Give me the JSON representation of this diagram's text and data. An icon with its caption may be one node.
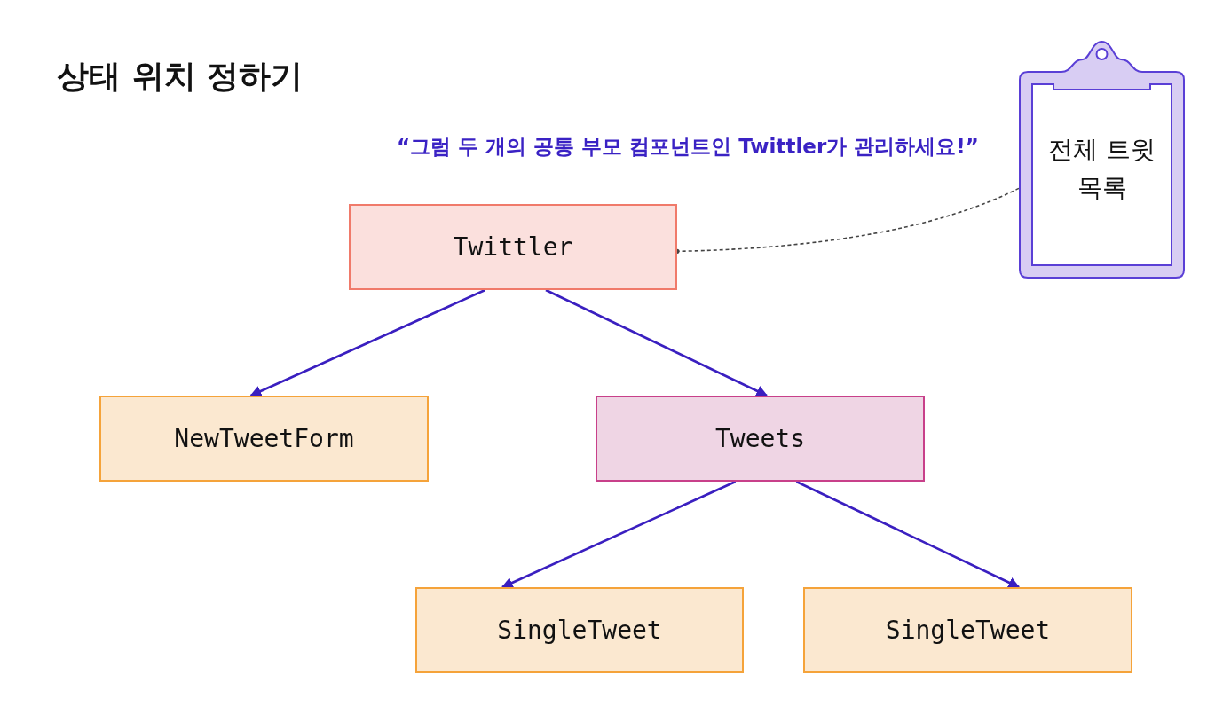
{
  "diagram": {
    "title": "상태 위치 정하기",
    "nodes": [
      {
        "text": [
          "Twittler"
        ]
      },
      {
        "text": [
          "NewTweetForm"
        ]
      },
      {
        "text": [
          "Tweets"
        ]
      },
      {
        "text": [
          "SingleTweet"
        ]
      },
      {
        "text": [
          "SingleTweet"
        ]
      },
      {
        "text": [
          "전체 트윗 목록"
        ]
      }
    ],
    "edges": [
      {
        "from": 0,
        "to": 1,
        "arrow": "to"
      },
      {
        "from": 0,
        "to": 2,
        "arrow": "to"
      },
      {
        "from": 2,
        "to": 3,
        "arrow": "to"
      },
      {
        "from": 2,
        "to": 4,
        "arrow": "to"
      },
      {
        "from": 5,
        "to": 0,
        "arrow": "other",
        "style": "dashed",
        "color": "#444444"
      }
    ],
    "labels": [
      "“그럼 두 개의 공통 부모 컴포넌트인 Twittler가 관리하세요!”"
    ]
  }
}
